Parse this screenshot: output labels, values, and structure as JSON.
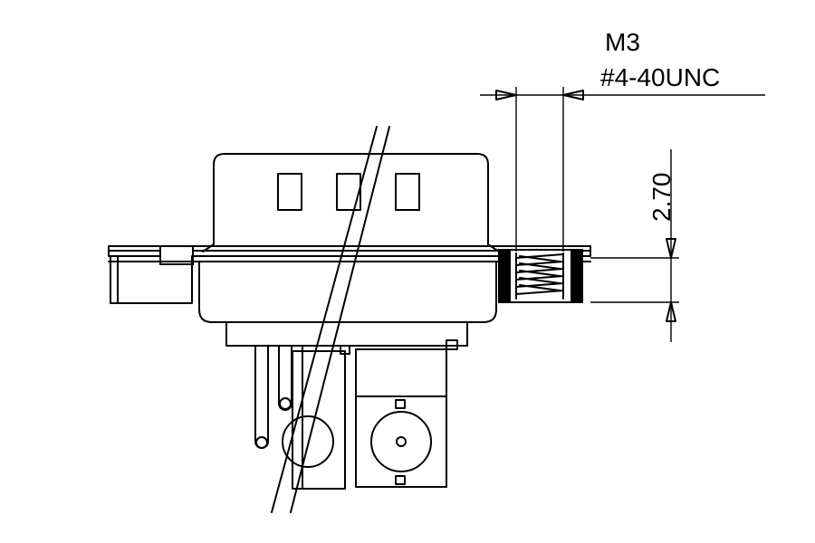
{
  "drawing": {
    "thread_callout": {
      "metric": "M3",
      "unified": "#4-40UNC"
    },
    "depth_dimension": {
      "value": "2.70"
    }
  }
}
